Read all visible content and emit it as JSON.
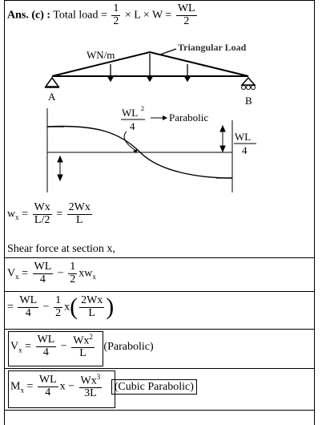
{
  "ans_label": "Ans. (c) :",
  "total_load_text": "Total load =",
  "frac_half": {
    "num": "1",
    "den": "2"
  },
  "times_L_times_W": "× L × W =",
  "frac_WL_2": {
    "num": "WL",
    "den": "2"
  },
  "diagram": {
    "load_label": "WN/m",
    "triangular_label": "Triangular Load",
    "support_A": "A",
    "support_B": "B",
    "sfd_label_num": "WL",
    "sfd_label_sup": "2",
    "sfd_label_den": "4",
    "parabolic_label": "Parabolic",
    "right_label_num": "WL",
    "right_label_den": "4"
  },
  "wx_eq": {
    "lhs": "w",
    "lhs_sub": "x",
    "frac1_num": "Wx",
    "frac1_den_main": "L",
    "frac1_den_sub": "2",
    "frac2_num": "2Wx",
    "frac2_den": "L"
  },
  "shear_text": "Shear force at section x,",
  "vx_eq": {
    "lhs": "V",
    "lhs_sub": "x",
    "f1_num": "WL",
    "f1_den": "4",
    "f2_num": "1",
    "f2_den": "2",
    "tail": "xw",
    "tail_sub": "x"
  },
  "step_eq": {
    "f1_num": "WL",
    "f1_den": "4",
    "f2_num": "1",
    "f2_den": "2",
    "mid": "x",
    "f3_num": "2Wx",
    "f3_den": "L"
  },
  "vx_final": {
    "lhs": "V",
    "lhs_sub": "x",
    "f1_num": "WL",
    "f1_den": "4",
    "f2_num": "Wx",
    "f2_sup": "2",
    "f2_den": "L",
    "note": "(Parabolic)"
  },
  "mx_final": {
    "lhs": "M",
    "lhs_sub": "x",
    "f1_num": "WL",
    "f1_den": "4",
    "mid": "x −",
    "f2_num": "Wx",
    "f2_sup": "3",
    "f2_den": "3L",
    "note": "(Cubic Parabolic)"
  }
}
